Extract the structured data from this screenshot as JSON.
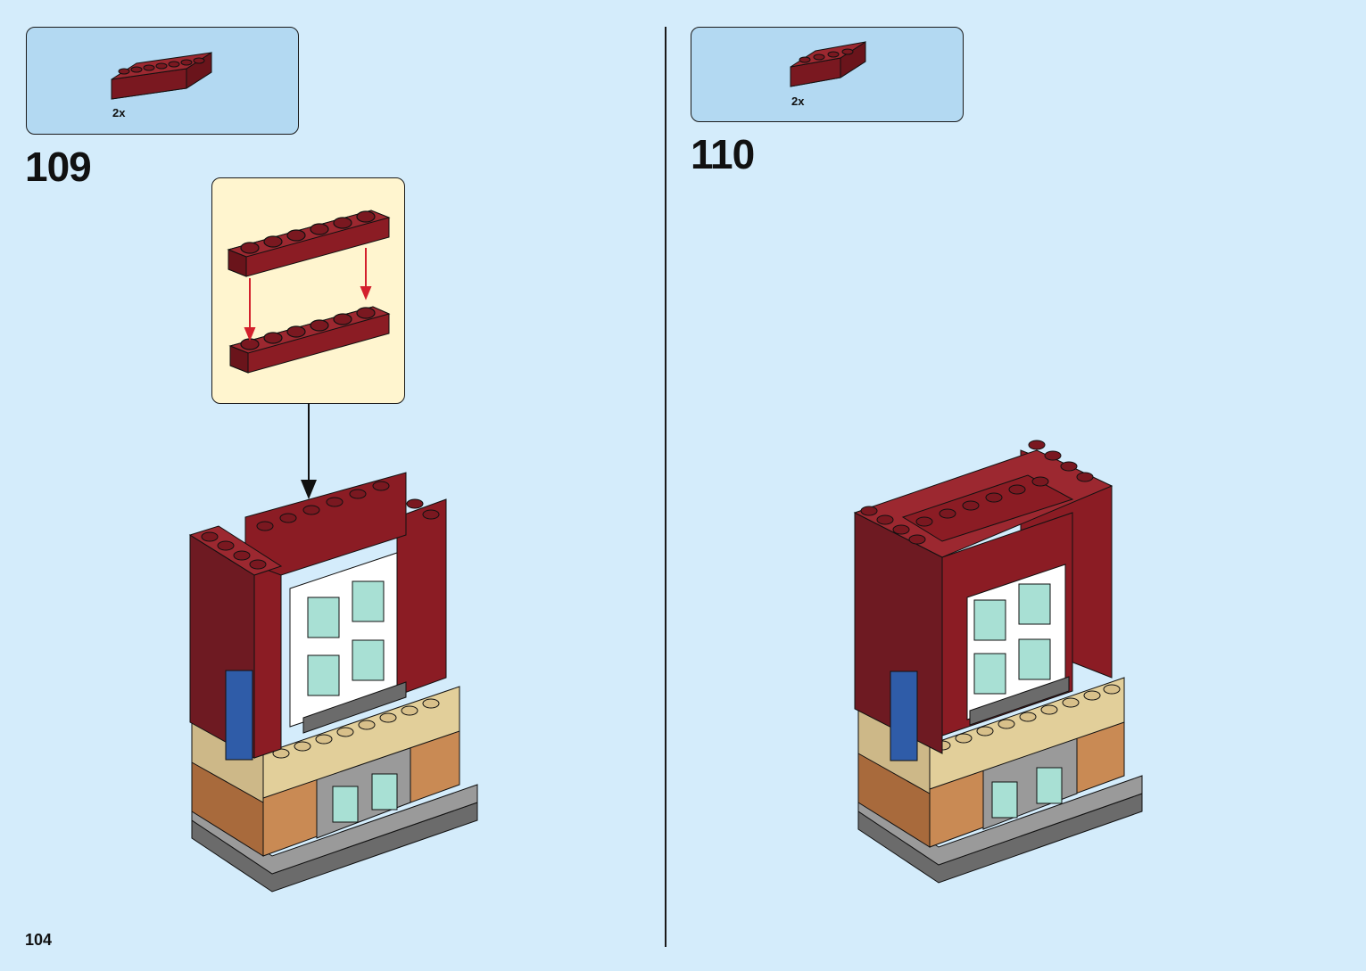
{
  "page": {
    "number": "104"
  },
  "steps": [
    {
      "number": "109",
      "parts": [
        {
          "qty": "2x",
          "part": "dark-red-brick-1x6",
          "color": "#8b1c24"
        }
      ]
    },
    {
      "number": "110",
      "parts": [
        {
          "qty": "2x",
          "part": "dark-red-brick-1x4",
          "color": "#8b1c24"
        }
      ]
    }
  ],
  "colors": {
    "background": "#d4ecfb",
    "parts_box": "#b3d9f2",
    "callout": "#fff5cf",
    "brick_dark_red": "#8b1c24",
    "arrow_red": "#d3202c"
  }
}
